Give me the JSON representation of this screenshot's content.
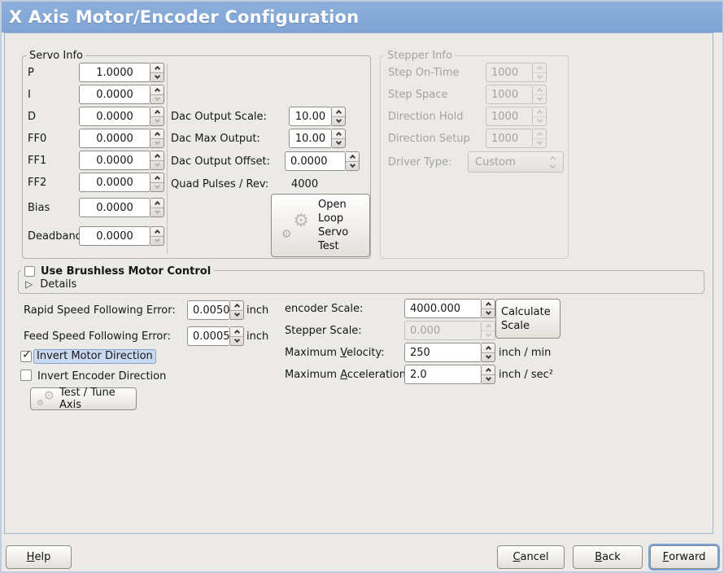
{
  "window": {
    "title": "X Axis Motor/Encoder Configuration"
  },
  "servo": {
    "title": "Servo Info",
    "pid_rows": [
      {
        "label": "P",
        "value": "1.0000"
      },
      {
        "label": "I",
        "value": "0.0000"
      },
      {
        "label": "D",
        "value": "0.0000"
      },
      {
        "label": "FF0",
        "value": "0.0000"
      },
      {
        "label": "FF1",
        "value": "0.0000"
      },
      {
        "label": "FF2",
        "value": "0.0000"
      },
      {
        "label": "Bias",
        "value": "0.0000"
      },
      {
        "label": "Deadband",
        "value": "0.0000"
      }
    ],
    "dac_rows": [
      {
        "label": "Dac Output Scale:",
        "value": "10.00"
      },
      {
        "label": "Dac Max Output:",
        "value": "10.00"
      },
      {
        "label": "Dac Output Offset:",
        "value": "0.0000"
      }
    ],
    "quad": {
      "label": "Quad Pulses / Rev:",
      "value": "4000"
    },
    "open_loop_lines": [
      "Open",
      "Loop",
      "Servo",
      "Test"
    ]
  },
  "stepper": {
    "title": "Stepper Info",
    "rows": [
      {
        "label": "Step On-Time",
        "value": "1000"
      },
      {
        "label": "Step Space",
        "value": "1000"
      },
      {
        "label": "Direction Hold",
        "value": "1000"
      },
      {
        "label": "Direction Setup",
        "value": "1000"
      }
    ],
    "driver_label": "Driver Type:",
    "driver_value": "Custom"
  },
  "brushless": {
    "checkbox_label": "Use Brushless Motor Control",
    "checked": false,
    "details_label": "Details"
  },
  "following": {
    "rows": [
      {
        "label": "Rapid Speed Following Error:",
        "value": "0.0050",
        "unit": "inch"
      },
      {
        "label": "Feed Speed Following Error:",
        "value": "0.0005",
        "unit": "inch"
      }
    ]
  },
  "scales": {
    "encoder_label": "encoder Scale:",
    "encoder_value": "4000.000",
    "stepper_label": "Stepper Scale:",
    "stepper_value": "0.000",
    "stepper_disabled": true,
    "velocity_label": "Maximum _Velocity:",
    "velocity_value": "250",
    "velocity_unit": "inch / min",
    "accel_label": "Maximum _Acceleration:",
    "accel_value": "2.0",
    "accel_unit": "inch / sec²",
    "calc_lines": [
      "Calculate",
      "Scale"
    ]
  },
  "inverts": {
    "motor": {
      "label": "Invert Motor Direction",
      "checked": true,
      "focused": true
    },
    "encoder": {
      "label": "Invert Encoder Direction",
      "checked": false,
      "focused": false
    }
  },
  "test_tune_label": "Test / Tune Axis",
  "footer": {
    "help": "_Help",
    "cancel": "_Cancel",
    "back": "_Back",
    "forward": "_Forward"
  },
  "colors": {
    "titlebar": "#84a8d7",
    "window_bg": "#ebeae6",
    "content_border": "#9db3d6",
    "focus_label_bg": "#c9d9ef",
    "disabled_text": "#a5a39e",
    "entry_border": "#908e89"
  },
  "icons": {
    "open_loop_button": "gears-icon",
    "test_tune_button": "gears-icon",
    "details_expander": "triangle-right-icon",
    "driver_select": "updown-chevron-icon",
    "spinners": "up-down-chevrons"
  }
}
